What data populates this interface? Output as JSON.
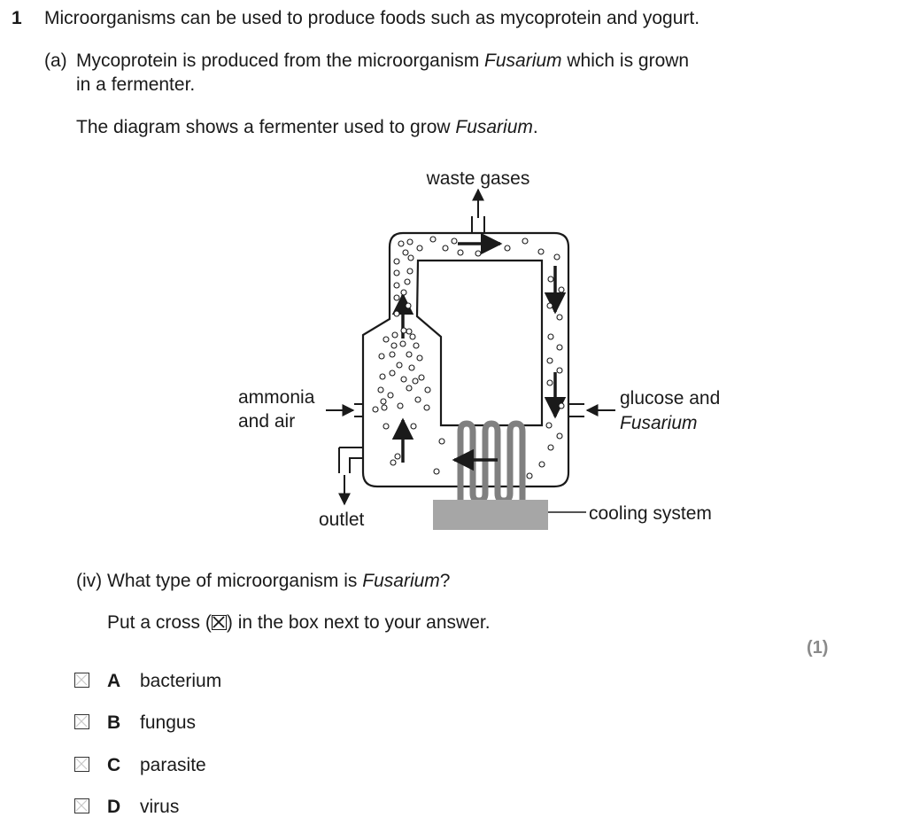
{
  "question": {
    "number": "1",
    "stem": "Microorganisms can be used to produce foods such as mycoprotein and yogurt.",
    "part_a": {
      "label": "(a)",
      "line1_pre": "Mycoprotein is produced from the microorganism ",
      "line1_ital": "Fusarium",
      "line1_post": " which is grown",
      "line2": "in a fermenter.",
      "diagram_intro_pre": "The diagram shows a fermenter used to grow ",
      "diagram_intro_ital": "Fusarium",
      "diagram_intro_post": "."
    },
    "diagram": {
      "label_waste": "waste gases",
      "label_ammonia_1": "ammonia",
      "label_ammonia_2": "and air",
      "label_glucose_1": "glucose and",
      "label_glucose_2": "Fusarium",
      "label_outlet": "outlet",
      "label_cooling": "cooling system",
      "colors": {
        "outline": "#1a1a1a",
        "coil": "#808080",
        "cooling_block": "#a6a6a6"
      }
    },
    "part_iv": {
      "label": "(iv)",
      "text_pre": "What type of microorganism is ",
      "text_ital": "Fusarium",
      "text_post": "?",
      "instruction_pre": "Put a cross (",
      "instruction_post": ") in the box next to your answer.",
      "marks": "(1)",
      "options": [
        {
          "letter": "A",
          "text": "bacterium"
        },
        {
          "letter": "B",
          "text": "fungus"
        },
        {
          "letter": "C",
          "text": "parasite"
        },
        {
          "letter": "D",
          "text": "virus"
        }
      ]
    }
  }
}
